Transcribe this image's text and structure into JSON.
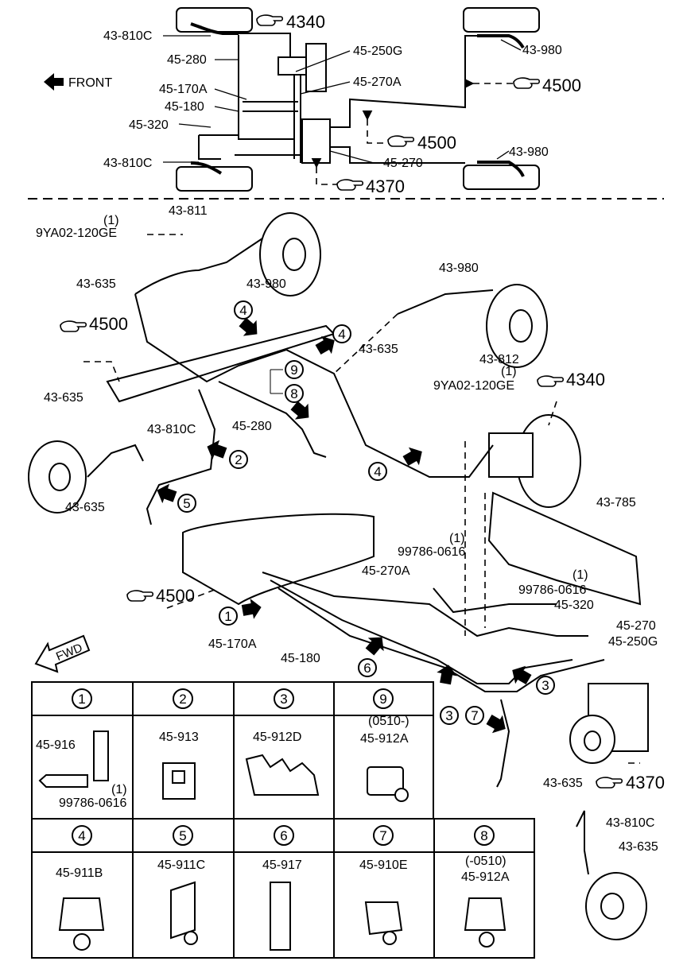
{
  "overview": {
    "front": "FRONT",
    "refs": {
      "r4340": "4340",
      "r4500a": "4500",
      "r4500b": "4500",
      "r4370": "4370"
    },
    "labels": {
      "l43810c_top": "43-810C",
      "l45280": "45-280",
      "l45170a": "45-170A",
      "l45180": "45-180",
      "l45320": "45-320",
      "l43810c_bot": "43-810C",
      "l45250g": "45-250G",
      "l45270a": "45-270A",
      "l45270": "45-270",
      "l43980_top": "43-980",
      "l43980_bot": "43-980"
    }
  },
  "detail": {
    "refs": {
      "r4500_left": "4500",
      "r4340": "4340",
      "r4500_mid": "4500",
      "r4370": "4370"
    },
    "labels": {
      "l43811": "43-811",
      "l1a": "(1)",
      "l9ya_a": "9YA02-120GE",
      "l43635_a": "43-635",
      "l43980_a": "43-980",
      "l43980_b": "43-980",
      "l43635_b": "43-635",
      "l43812": "43-812",
      "l1b": "(1)",
      "l9ya_b": "9YA02-120GE",
      "l43635_c": "43-635",
      "l43810c_a": "43-810C",
      "l45280": "45-280",
      "l43635_d": "43-635",
      "l43785": "43-785",
      "l1c": "(1)",
      "l99786_a": "99786-0616",
      "l45270a": "45-270A",
      "l1d": "(1)",
      "l99786_b": "99786-0616",
      "l45320": "45-320",
      "l45270": "45-270",
      "l45250g": "45-250G",
      "l45170a": "45-170A",
      "l45180": "45-180",
      "l43635_e": "43-635",
      "l43810c_b": "43-810C",
      "l43635_f": "43-635",
      "fwd": "FWD"
    },
    "circles": {
      "c4a": "4",
      "c4b": "4",
      "c9": "9",
      "c8": "8",
      "c2": "2",
      "c4c": "4",
      "c5": "5",
      "c1": "1",
      "c6": "6",
      "c3a": "3",
      "c3b": "3",
      "c7": "7"
    }
  },
  "clip_table": {
    "cells": [
      {
        "key": "1",
        "part": "45-916",
        "extra": "99786-0616",
        "qty": "(1)"
      },
      {
        "key": "2",
        "part": "45-913"
      },
      {
        "key": "3",
        "part": "45-912D"
      },
      {
        "key": "9",
        "note": "(0510-)",
        "part": "45-912A"
      },
      {
        "key": "4",
        "part": "45-911B"
      },
      {
        "key": "5",
        "part": "45-911C"
      },
      {
        "key": "6",
        "part": "45-917"
      },
      {
        "key": "7",
        "part": "45-910E"
      },
      {
        "key": "8",
        "note": "(-0510)",
        "part": "45-912A"
      }
    ]
  }
}
